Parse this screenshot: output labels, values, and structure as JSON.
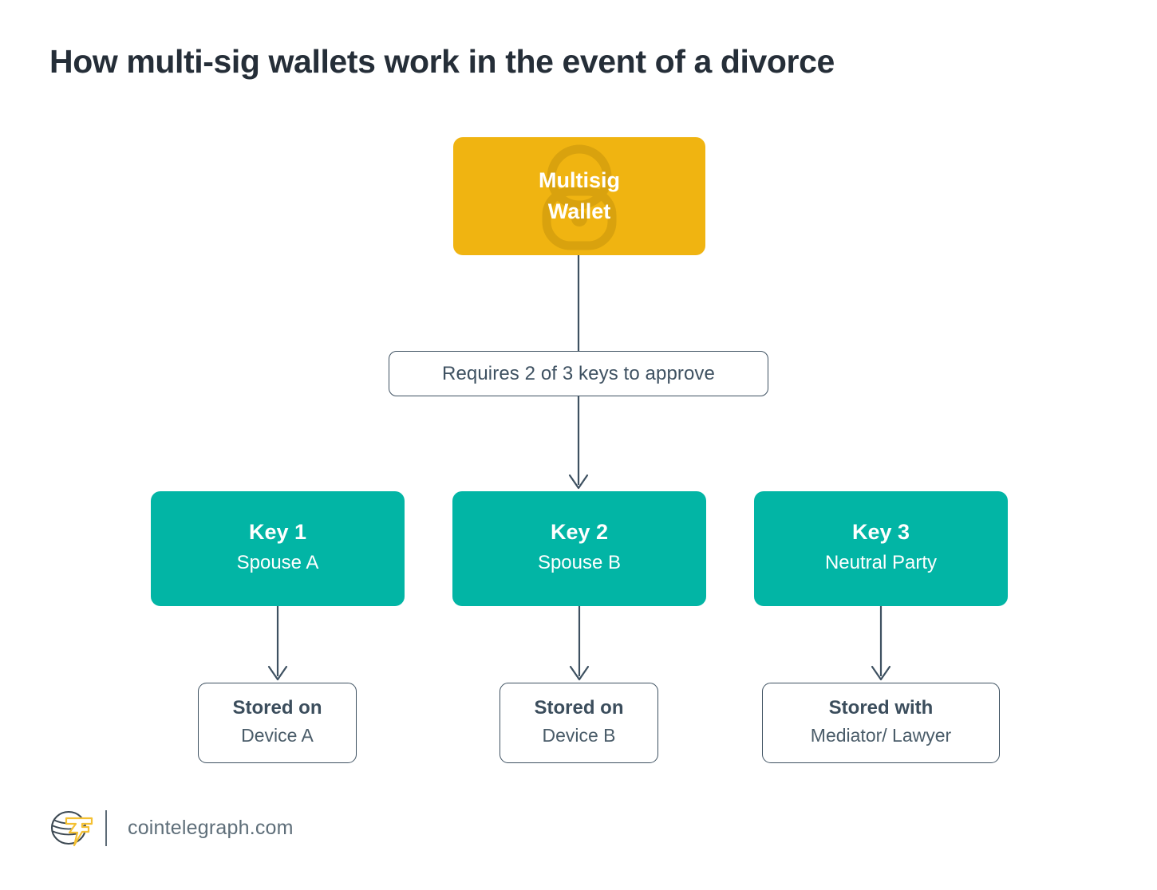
{
  "page": {
    "title": "How multi-sig wallets work in the event of a divorce",
    "background_color": "#FFFFFF"
  },
  "colors": {
    "title_text": "#252E38",
    "wallet_yellow": "#F0B411",
    "key_teal": "#02B5A5",
    "outline_slate": "#3E5161",
    "logo_gold": "#F4C032",
    "logo_dark": "#3C4852"
  },
  "diagram": {
    "wallet": {
      "line1": "Multisig",
      "line2": "Wallet",
      "watermark_icon": "padlock-icon"
    },
    "condition": {
      "text": "Requires 2 of 3 keys to approve"
    },
    "keys": [
      {
        "title": "Key 1",
        "holder": "Spouse A"
      },
      {
        "title": "Key 2",
        "holder": "Spouse B"
      },
      {
        "title": "Key 3",
        "holder": "Neutral Party"
      }
    ],
    "storage": [
      {
        "title": "Stored on",
        "target": "Device A"
      },
      {
        "title": "Stored on",
        "target": "Device B"
      },
      {
        "title": "Stored with",
        "target": "Mediator/ Lawyer"
      }
    ]
  },
  "footer": {
    "site_name": "cointelegraph.com",
    "logo_icon": "cointelegraph-coin-stack-logo"
  }
}
